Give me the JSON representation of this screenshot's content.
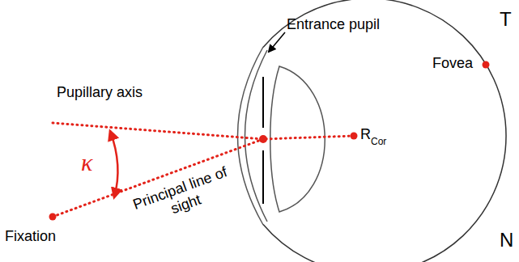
{
  "diagram": {
    "labels": [
      "Entrance pupil",
      "T",
      "Fovea",
      "Pupillary axis",
      "R",
      "Cor",
      "κ",
      "Principal line of sight",
      "Fixation",
      "N"
    ]
  }
}
